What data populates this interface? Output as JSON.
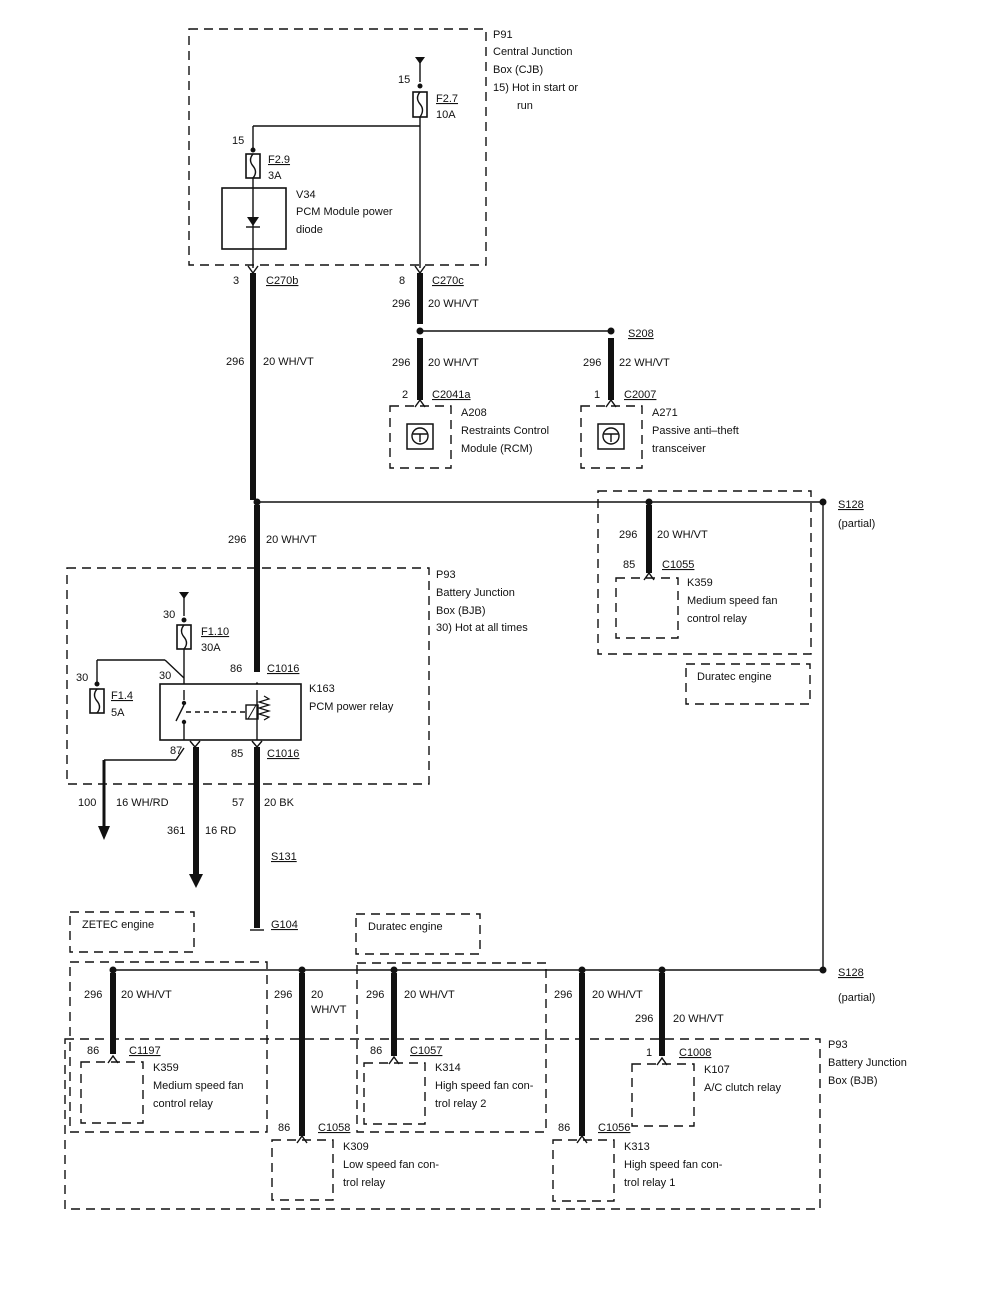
{
  "p91": {
    "id": "P91",
    "title_1": "Central Junction",
    "title_2": "Box (CJB)",
    "note_1": "15)  Hot in start or",
    "note_2": "run",
    "pin_f27": "15",
    "pin_f29": "15"
  },
  "fuses": {
    "f27_name": "F2.7",
    "f27_rating": "10A",
    "f29_name": "F2.9",
    "f29_rating": "3A",
    "f110_name": "F1.10",
    "f110_rating": "30A",
    "f14_name": "F1.4",
    "f14_rating": "5A",
    "pin_f110": "30",
    "pin_f14": "30"
  },
  "v34": {
    "id": "V34",
    "line_1": "PCM Module power",
    "line_2": "diode"
  },
  "connectors": {
    "c270b": {
      "pin": "3",
      "name": "C270b"
    },
    "c270c": {
      "pin": "8",
      "name": "C270c"
    },
    "c2041a": {
      "pin": "2",
      "name": "C2041a"
    },
    "c2007": {
      "pin": "1",
      "name": "C2007"
    },
    "c1055": {
      "pin": "85",
      "name": "C1055"
    },
    "c1016_top": {
      "pin": "86",
      "name": "C1016"
    },
    "c1016_bot": {
      "pin": "85",
      "name": "C1016"
    },
    "c1197": {
      "pin": "86",
      "name": "C1197"
    },
    "c1057": {
      "pin": "86",
      "name": "C1057"
    },
    "c1008": {
      "pin": "1",
      "name": "C1008"
    },
    "c1058": {
      "pin": "86",
      "name": "C1058"
    },
    "c1056": {
      "pin": "86",
      "name": "C1056"
    }
  },
  "wires": {
    "main_a": {
      "circuit": "296",
      "spec": "20 WH/VT"
    },
    "c270c": {
      "circuit": "296",
      "spec": "20 WH/VT"
    },
    "to_rcm": {
      "circuit": "296",
      "spec": "20 WH/VT"
    },
    "to_pats": {
      "circuit": "296",
      "spec": "22 WH/VT"
    },
    "main_b": {
      "circuit": "296",
      "spec": "20 WH/VT"
    },
    "to_k359_top": {
      "circuit": "296",
      "spec": "20 WH/VT"
    },
    "out_100": {
      "circuit": "100",
      "spec": "16 WH/RD"
    },
    "out_361": {
      "circuit": "361",
      "spec": "16 RD"
    },
    "ground": {
      "circuit": "57",
      "spec": "20 BK"
    },
    "b_k359": {
      "circuit": "296",
      "spec": "20 WH/VT"
    },
    "b_k309": {
      "circuit": "296",
      "spec_1": "20",
      "spec_2": "WH/VT"
    },
    "b_k314": {
      "circuit": "296",
      "spec": "20 WH/VT"
    },
    "b_k313": {
      "circuit": "296",
      "spec": "20 WH/VT"
    },
    "b_k107": {
      "circuit": "296",
      "spec": "20 WH/VT"
    }
  },
  "splices": {
    "s208": "S208",
    "s128_top": "S128",
    "s128_top_note": "(partial)",
    "s128_bot": "S128",
    "s128_bot_note": "(partial)",
    "s131": "S131",
    "g104": "G104"
  },
  "modules": {
    "a208": {
      "id": "A208",
      "line_1": "Restraints Control",
      "line_2": "Module (RCM)"
    },
    "a271": {
      "id": "A271",
      "line_1": "Passive anti–theft",
      "line_2": "transceiver"
    }
  },
  "p93_top": {
    "id": "P93",
    "title_1": "Battery Junction",
    "title_2": "Box (BJB)",
    "note": "30)  Hot at all times"
  },
  "p93_bot": {
    "id": "P93",
    "title_1": "Battery Junction",
    "title_2": "Box (BJB)"
  },
  "k163": {
    "id": "K163",
    "label": "PCM power relay",
    "pin_30": "30",
    "pin_87": "87"
  },
  "relays": {
    "k359_top": {
      "id": "K359",
      "line_1": "Medium speed fan",
      "line_2": "control relay"
    },
    "k359_bot": {
      "id": "K359",
      "line_1": "Medium speed fan",
      "line_2": "control relay"
    },
    "k314": {
      "id": "K314",
      "line_1": "High speed fan con-",
      "line_2": "trol relay 2"
    },
    "k107": {
      "id": "K107",
      "line_1": "A/C clutch relay"
    },
    "k309": {
      "id": "K309",
      "line_1": "Low speed fan con-",
      "line_2": "trol relay"
    },
    "k313": {
      "id": "K313",
      "line_1": "High speed fan con-",
      "line_2": "trol relay 1"
    }
  },
  "engines": {
    "duratec_top": "Duratec engine",
    "zetec": "ZETEC engine",
    "duratec_bot": "Duratec engine"
  }
}
